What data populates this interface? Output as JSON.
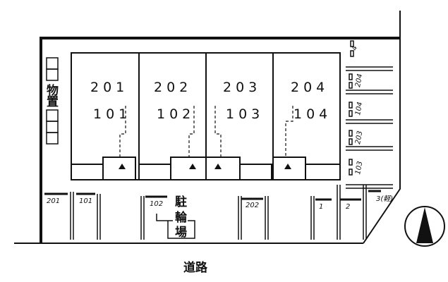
{
  "upper_units": [
    "201",
    "202",
    "203",
    "204"
  ],
  "lower_units": [
    "101",
    "102",
    "103",
    "104"
  ],
  "storage_label": [
    "物",
    "置"
  ],
  "bicycle_parking": [
    "駐",
    "輪",
    "場"
  ],
  "road_label": "道路",
  "parking_bottom": [
    "201",
    "101",
    "102",
    "202",
    "1",
    "2",
    "3(軽)"
  ],
  "parking_right": [
    "4",
    "204",
    "104",
    "203",
    "103"
  ]
}
